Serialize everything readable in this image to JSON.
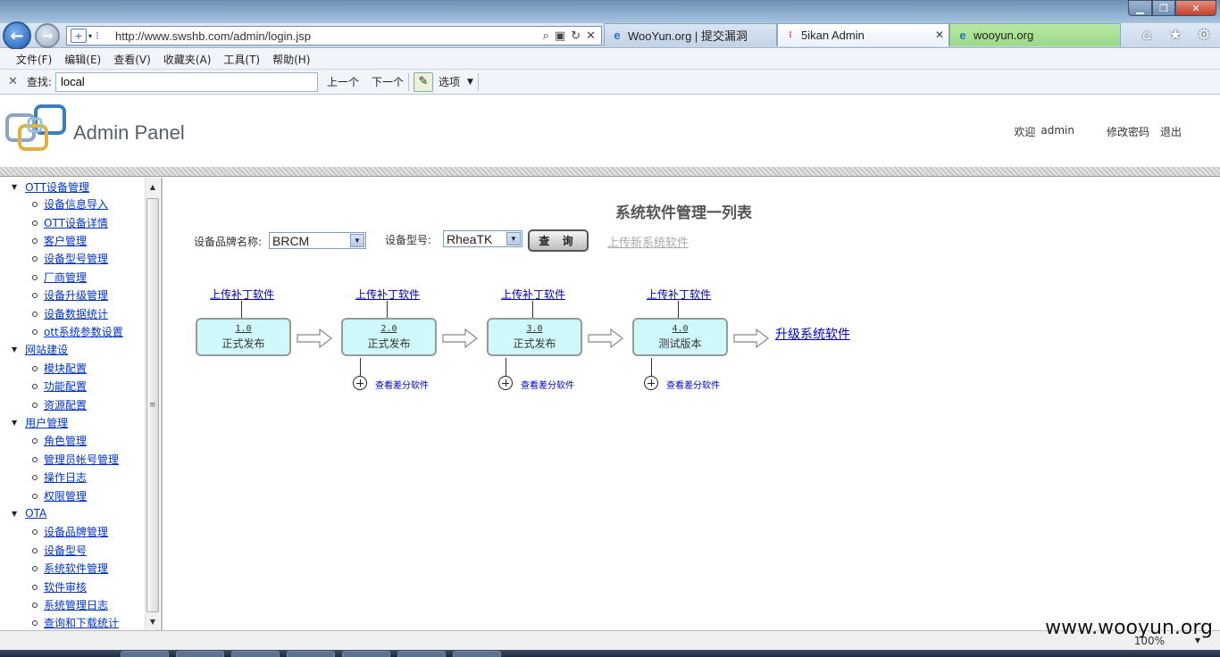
{
  "browser": {
    "url": "http://www.swshb.com/admin/login.jsp",
    "tabs": [
      {
        "label": "WooYun.org | 提交漏洞",
        "active": false
      },
      {
        "label": "5ikan Admin",
        "active": true
      },
      {
        "label": "wooyun.org",
        "active": false
      }
    ],
    "menu": [
      "文件(F)",
      "编辑(E)",
      "查看(V)",
      "收藏夹(A)",
      "工具(T)",
      "帮助(H)"
    ],
    "find": {
      "label": "查找:",
      "value": "local",
      "prev": "上一个",
      "next": "下一个",
      "options": "选项"
    },
    "zoom": "100%"
  },
  "header": {
    "title": "Admin Panel",
    "welcome": "欢迎",
    "user": "admin",
    "change_password": "修改密码",
    "logout": "退出"
  },
  "sidebar": {
    "groups": [
      {
        "label": "OTT设备管理",
        "items": [
          "设备信息导入",
          "OTT设备详情",
          "客户管理",
          "设备型号管理",
          "厂商管理",
          "设备升级管理",
          "设备数据统计",
          "ott系统参数设置"
        ]
      },
      {
        "label": "网站建设",
        "items": [
          "模块配置",
          "功能配置",
          "资源配置"
        ]
      },
      {
        "label": "用户管理",
        "items": [
          "角色管理",
          "管理员帐号管理",
          "操作日志",
          "权限管理"
        ]
      },
      {
        "label": "OTA",
        "items": [
          "设备品牌管理",
          "设备型号",
          "系统软件管理",
          "软件审核",
          "系统管理日志",
          "查询和下载统计"
        ]
      }
    ]
  },
  "main": {
    "title": "系统软件管理一列表",
    "brand_label": "设备品牌名称:",
    "brand_value": "BRCM",
    "model_label": "设备型号:",
    "model_value": "RheaTK",
    "query_button": "查 询",
    "upload_new": "上传新系统软件",
    "versions": [
      {
        "version": "1.0",
        "status": "正式发布",
        "patch": "上传补丁软件",
        "diff": null
      },
      {
        "version": "2.0",
        "status": "正式发布",
        "patch": "上传补丁软件",
        "diff": "查看差分软件"
      },
      {
        "version": "3.0",
        "status": "正式发布",
        "patch": "上传补丁软件",
        "diff": "查看差分软件"
      },
      {
        "version": "4.0",
        "status": "测试版本",
        "patch": "上传补丁软件",
        "diff": "查看差分软件"
      }
    ],
    "upgrade_link": "升级系统软件"
  },
  "watermark": "www.wooyun.org"
}
